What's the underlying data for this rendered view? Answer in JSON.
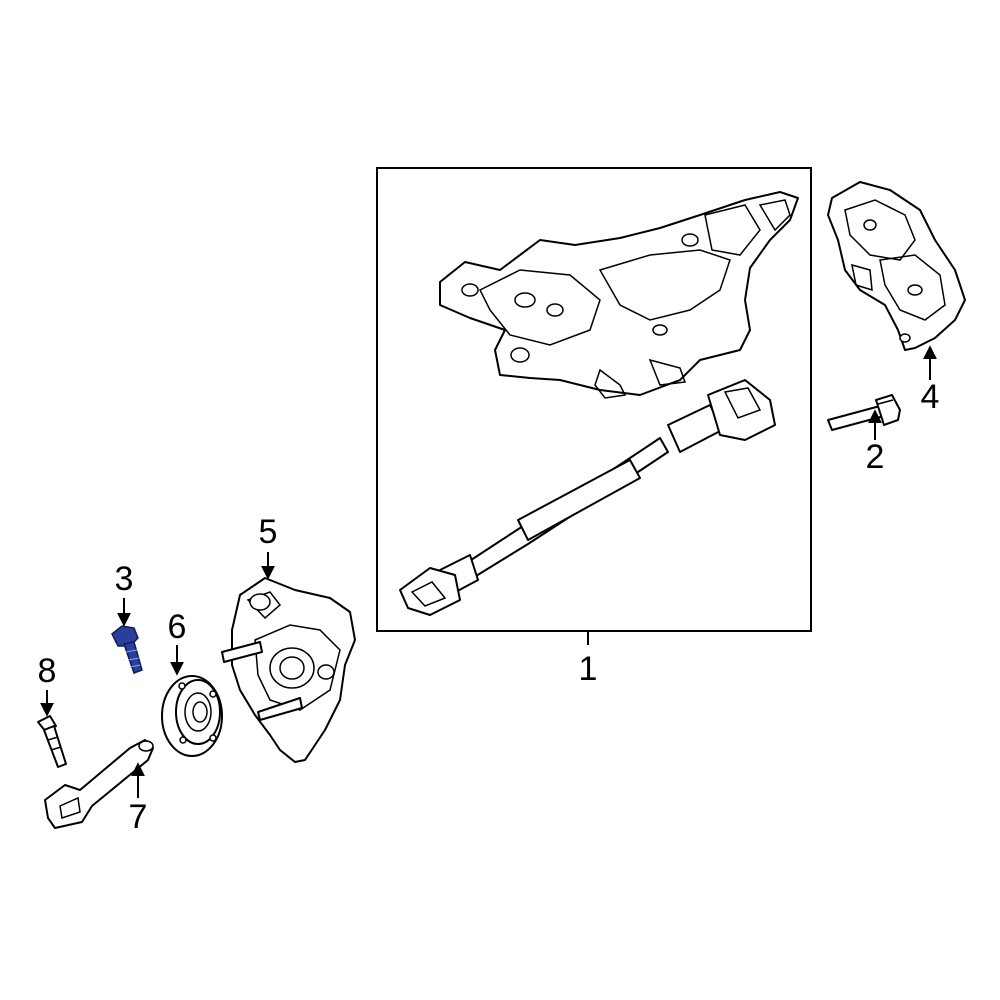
{
  "callouts": {
    "c1": "1",
    "c2": "2",
    "c3": "3",
    "c4": "4",
    "c5": "5",
    "c6": "6",
    "c7": "7",
    "c8": "8"
  },
  "colors": {
    "highlighted_part": "#2a3f9a",
    "line": "#000000",
    "background": "#ffffff"
  },
  "highlighted_callout": "3"
}
